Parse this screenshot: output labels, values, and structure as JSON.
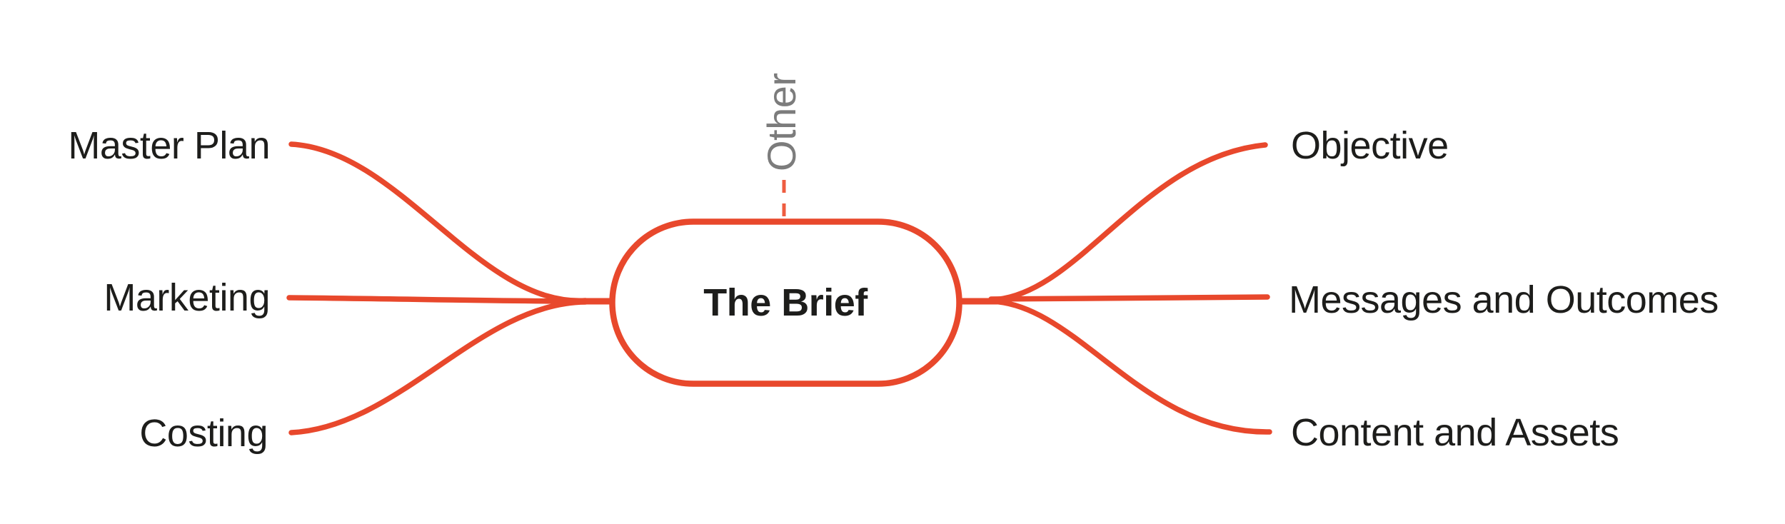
{
  "colors": {
    "accent": "#E8482C",
    "dash": "#EE5C40",
    "text": "#1D1D1B",
    "muted": "#7C7C7C",
    "node_fill": "#FFFFFF",
    "background": "#FFFFFF"
  },
  "center_node": {
    "label": "The Brief"
  },
  "floating_topic": {
    "label": "Other"
  },
  "left_branches": [
    {
      "label": "Master Plan"
    },
    {
      "label": "Marketing"
    },
    {
      "label": "Costing"
    }
  ],
  "right_branches": [
    {
      "label": "Objective"
    },
    {
      "label": "Messages and Outcomes"
    },
    {
      "label": "Content and Assets"
    }
  ]
}
